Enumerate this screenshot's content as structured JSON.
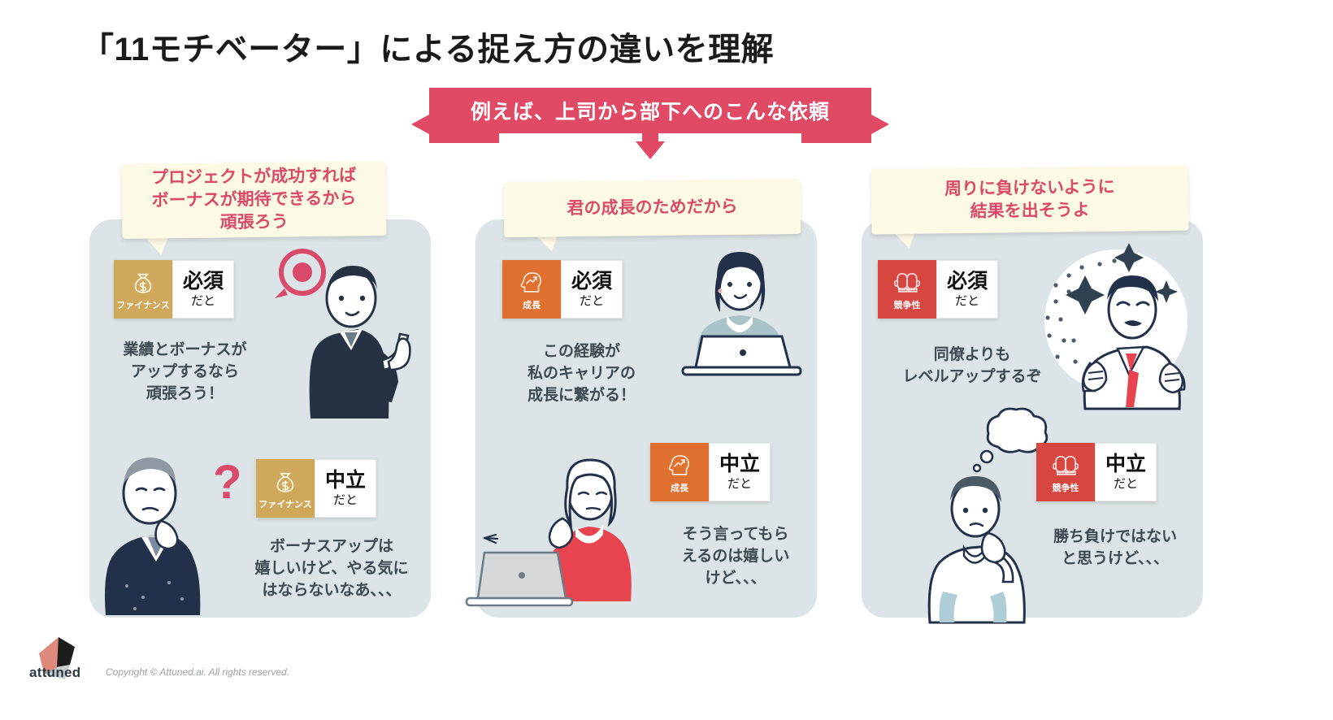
{
  "slide": {
    "title": "「11モチベーター」による捉え方の違いを理解",
    "banner_text": "例えば、上司から部下へのこんな依頼"
  },
  "colors": {
    "banner_red": "#e04a64",
    "bubble_yellow": "#fcfae4",
    "bubble_text_pink": "#d94a6a",
    "card_bg": "#dde4e7",
    "finance_gold": "#cfa85c",
    "growth_orange": "#e0702f",
    "competition_red": "#d8473f",
    "body_text": "#3d4a52"
  },
  "cards": [
    {
      "id": "card-finance",
      "bubble": "プロジェクトが成功すれば\nボーナスが期待できるから\n頑張ろう",
      "motivator_name": "ファイナンス",
      "motivator_icon": "money-bag-icon",
      "motivator_color": "#cfa85c",
      "top": {
        "badge_main": "必須",
        "badge_sub": "だと",
        "reaction": "業績とボーナスが\nアップするなら\n頑張ろう！"
      },
      "bottom": {
        "badge_main": "中立",
        "badge_sub": "だと",
        "reaction": "ボーナスアップは\n嬉しいけど、やる気に\nはならないなあ、、、"
      }
    },
    {
      "id": "card-growth",
      "bubble": "君の成長のためだから",
      "motivator_name": "成長",
      "motivator_icon": "head-growth-icon",
      "motivator_color": "#e0702f",
      "top": {
        "badge_main": "必須",
        "badge_sub": "だと",
        "reaction": "この経験が\n私のキャリアの\n成長に繋がる！"
      },
      "bottom": {
        "badge_main": "中立",
        "badge_sub": "だと",
        "reaction": "そう言ってもら\nえるのは嬉しい\nけど、、、"
      }
    },
    {
      "id": "card-competition",
      "bubble": "周りに負けないように\n結果を出そうよ",
      "motivator_name": "競争性",
      "motivator_icon": "boxing-gloves-icon",
      "motivator_color": "#d8473f",
      "top": {
        "badge_main": "必須",
        "badge_sub": "だと",
        "reaction": "同僚よりも\nレベルアップするぞ"
      },
      "bottom": {
        "badge_main": "中立",
        "badge_sub": "だと",
        "reaction": "勝ち負けではない\nと思うけど、、、"
      }
    }
  ],
  "footer": {
    "wordmark": "attuned",
    "copyright": "Copyright © Attuned.ai. All rights reserved."
  }
}
